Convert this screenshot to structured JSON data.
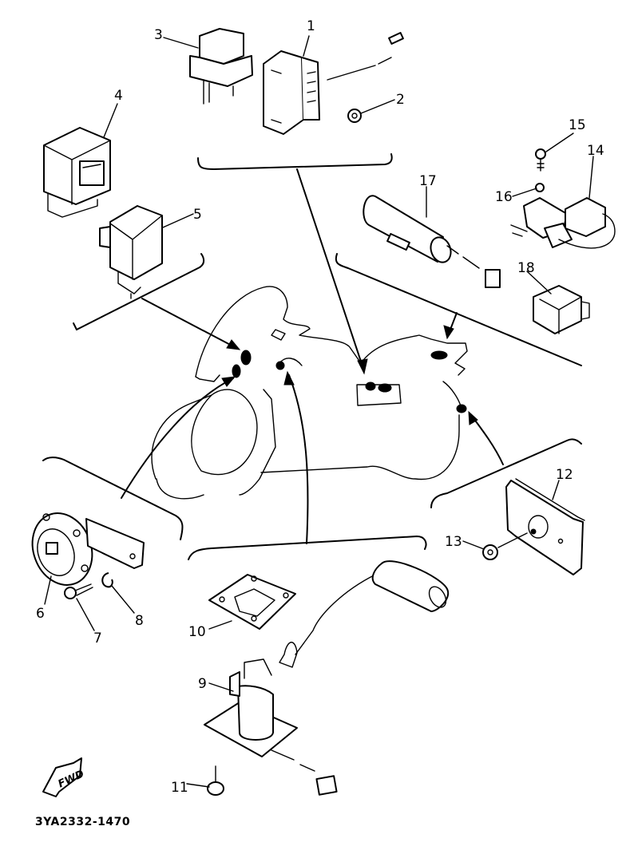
{
  "diagram": {
    "title_code": "3YA2332-1470",
    "direction_marker": "FWD",
    "callouts": [
      {
        "number": "1",
        "part": "relay-switch-assembly"
      },
      {
        "number": "2",
        "part": "nut"
      },
      {
        "number": "3",
        "part": "relay"
      },
      {
        "number": "4",
        "part": "control-unit"
      },
      {
        "number": "5",
        "part": "flasher-relay"
      },
      {
        "number": "6",
        "part": "horn"
      },
      {
        "number": "7",
        "part": "bolt"
      },
      {
        "number": "8",
        "part": "washer"
      },
      {
        "number": "9",
        "part": "fuel-sender-unit"
      },
      {
        "number": "10",
        "part": "gasket"
      },
      {
        "number": "11",
        "part": "bolt"
      },
      {
        "number": "12",
        "part": "reflector"
      },
      {
        "number": "13",
        "part": "nut"
      },
      {
        "number": "14",
        "part": "relay-assembly"
      },
      {
        "number": "15",
        "part": "screw"
      },
      {
        "number": "16",
        "part": "washer"
      },
      {
        "number": "17",
        "part": "cylinder-sensor"
      },
      {
        "number": "18",
        "part": "relay"
      }
    ]
  }
}
